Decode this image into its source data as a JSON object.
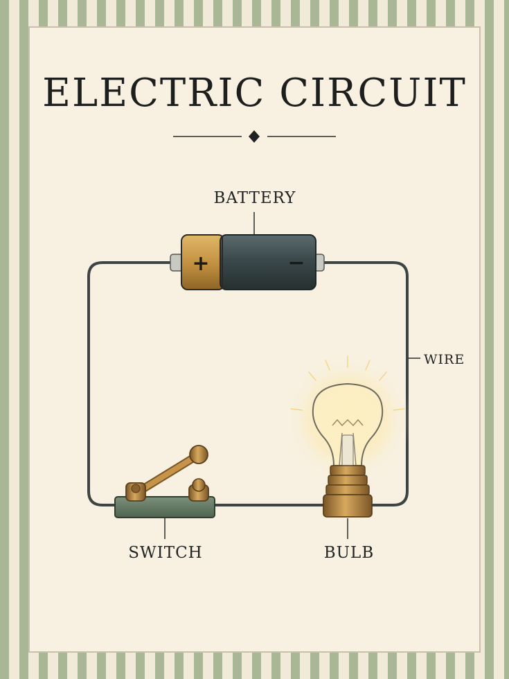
{
  "title": "ELECTRIC CIRCUIT",
  "components": {
    "battery": {
      "label": "BATTERY",
      "positive_symbol": "+",
      "negative_symbol": "−"
    },
    "wire": {
      "label": "WIRE"
    },
    "switch": {
      "label": "SWITCH"
    },
    "bulb": {
      "label": "BULB"
    }
  },
  "colors": {
    "stripe": "#a9b796",
    "background": "#f8f1e1",
    "ink": "#1d1f1e",
    "battery_positive": "#c89b4a",
    "battery_body": "#3c4a4c",
    "switch_base": "#5f7660",
    "brass": "#a8793a"
  }
}
